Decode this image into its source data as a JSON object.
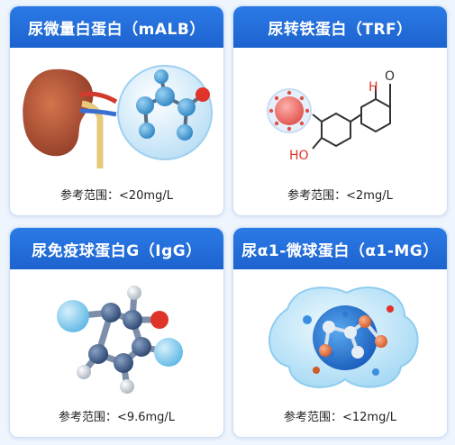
{
  "cards": [
    {
      "title": "尿微量白蛋白（mALB）",
      "range": "参考范围：<20mg/L",
      "icon": "kidney-molecule-icon"
    },
    {
      "title": "尿转铁蛋白（TRF）",
      "range": "参考范围：<2mg/L",
      "icon": "chemical-structure-icon",
      "structure_labels": {
        "h": "H",
        "o": "O",
        "ho": "HO"
      }
    },
    {
      "title": "尿免疫球蛋白G（IgG）",
      "range": "参考范围：<9.6mg/L",
      "icon": "molecule-ring-icon"
    },
    {
      "title": "尿α1-微球蛋白（α1-MG）",
      "range": "参考范围：<12mg/L",
      "icon": "protein-blob-icon"
    }
  ],
  "colors": {
    "header": "#1d63cf",
    "background": "#eef5fd",
    "bond_red": "#e0342a",
    "atom_blue": "#4aa3d9"
  }
}
